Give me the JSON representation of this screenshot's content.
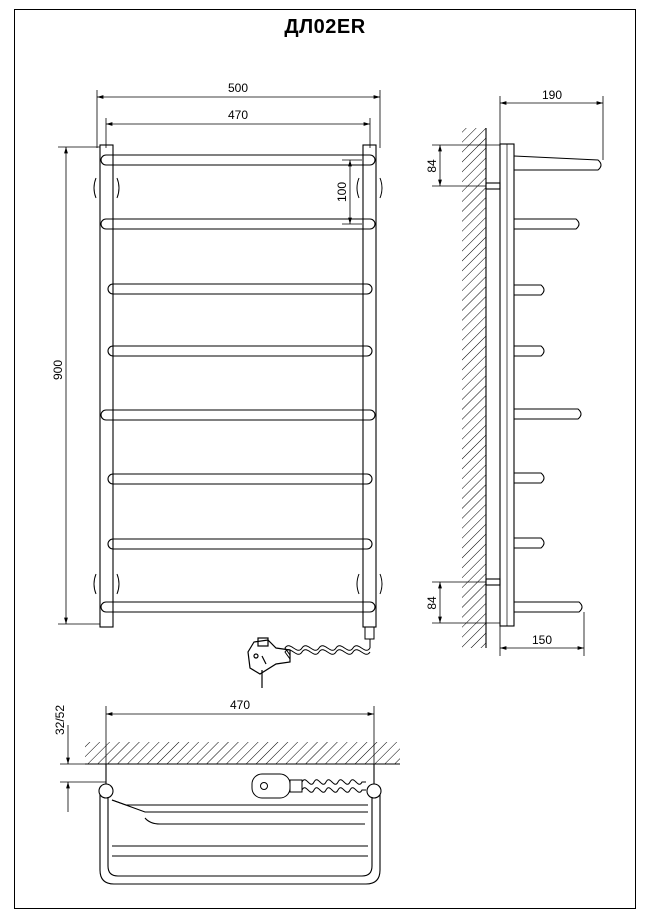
{
  "title": "ДЛ02ER",
  "front_view": {
    "dim_total_width": "500",
    "dim_center_width": "470",
    "dim_height": "900",
    "dim_rung_spacing": "100"
  },
  "side_view": {
    "dim_depth_top": "190",
    "dim_depth_bottom": "150",
    "dim_mount_top": "84",
    "dim_mount_bottom": "84"
  },
  "top_view": {
    "dim_width": "470",
    "dim_wall_offset": "32/52"
  }
}
